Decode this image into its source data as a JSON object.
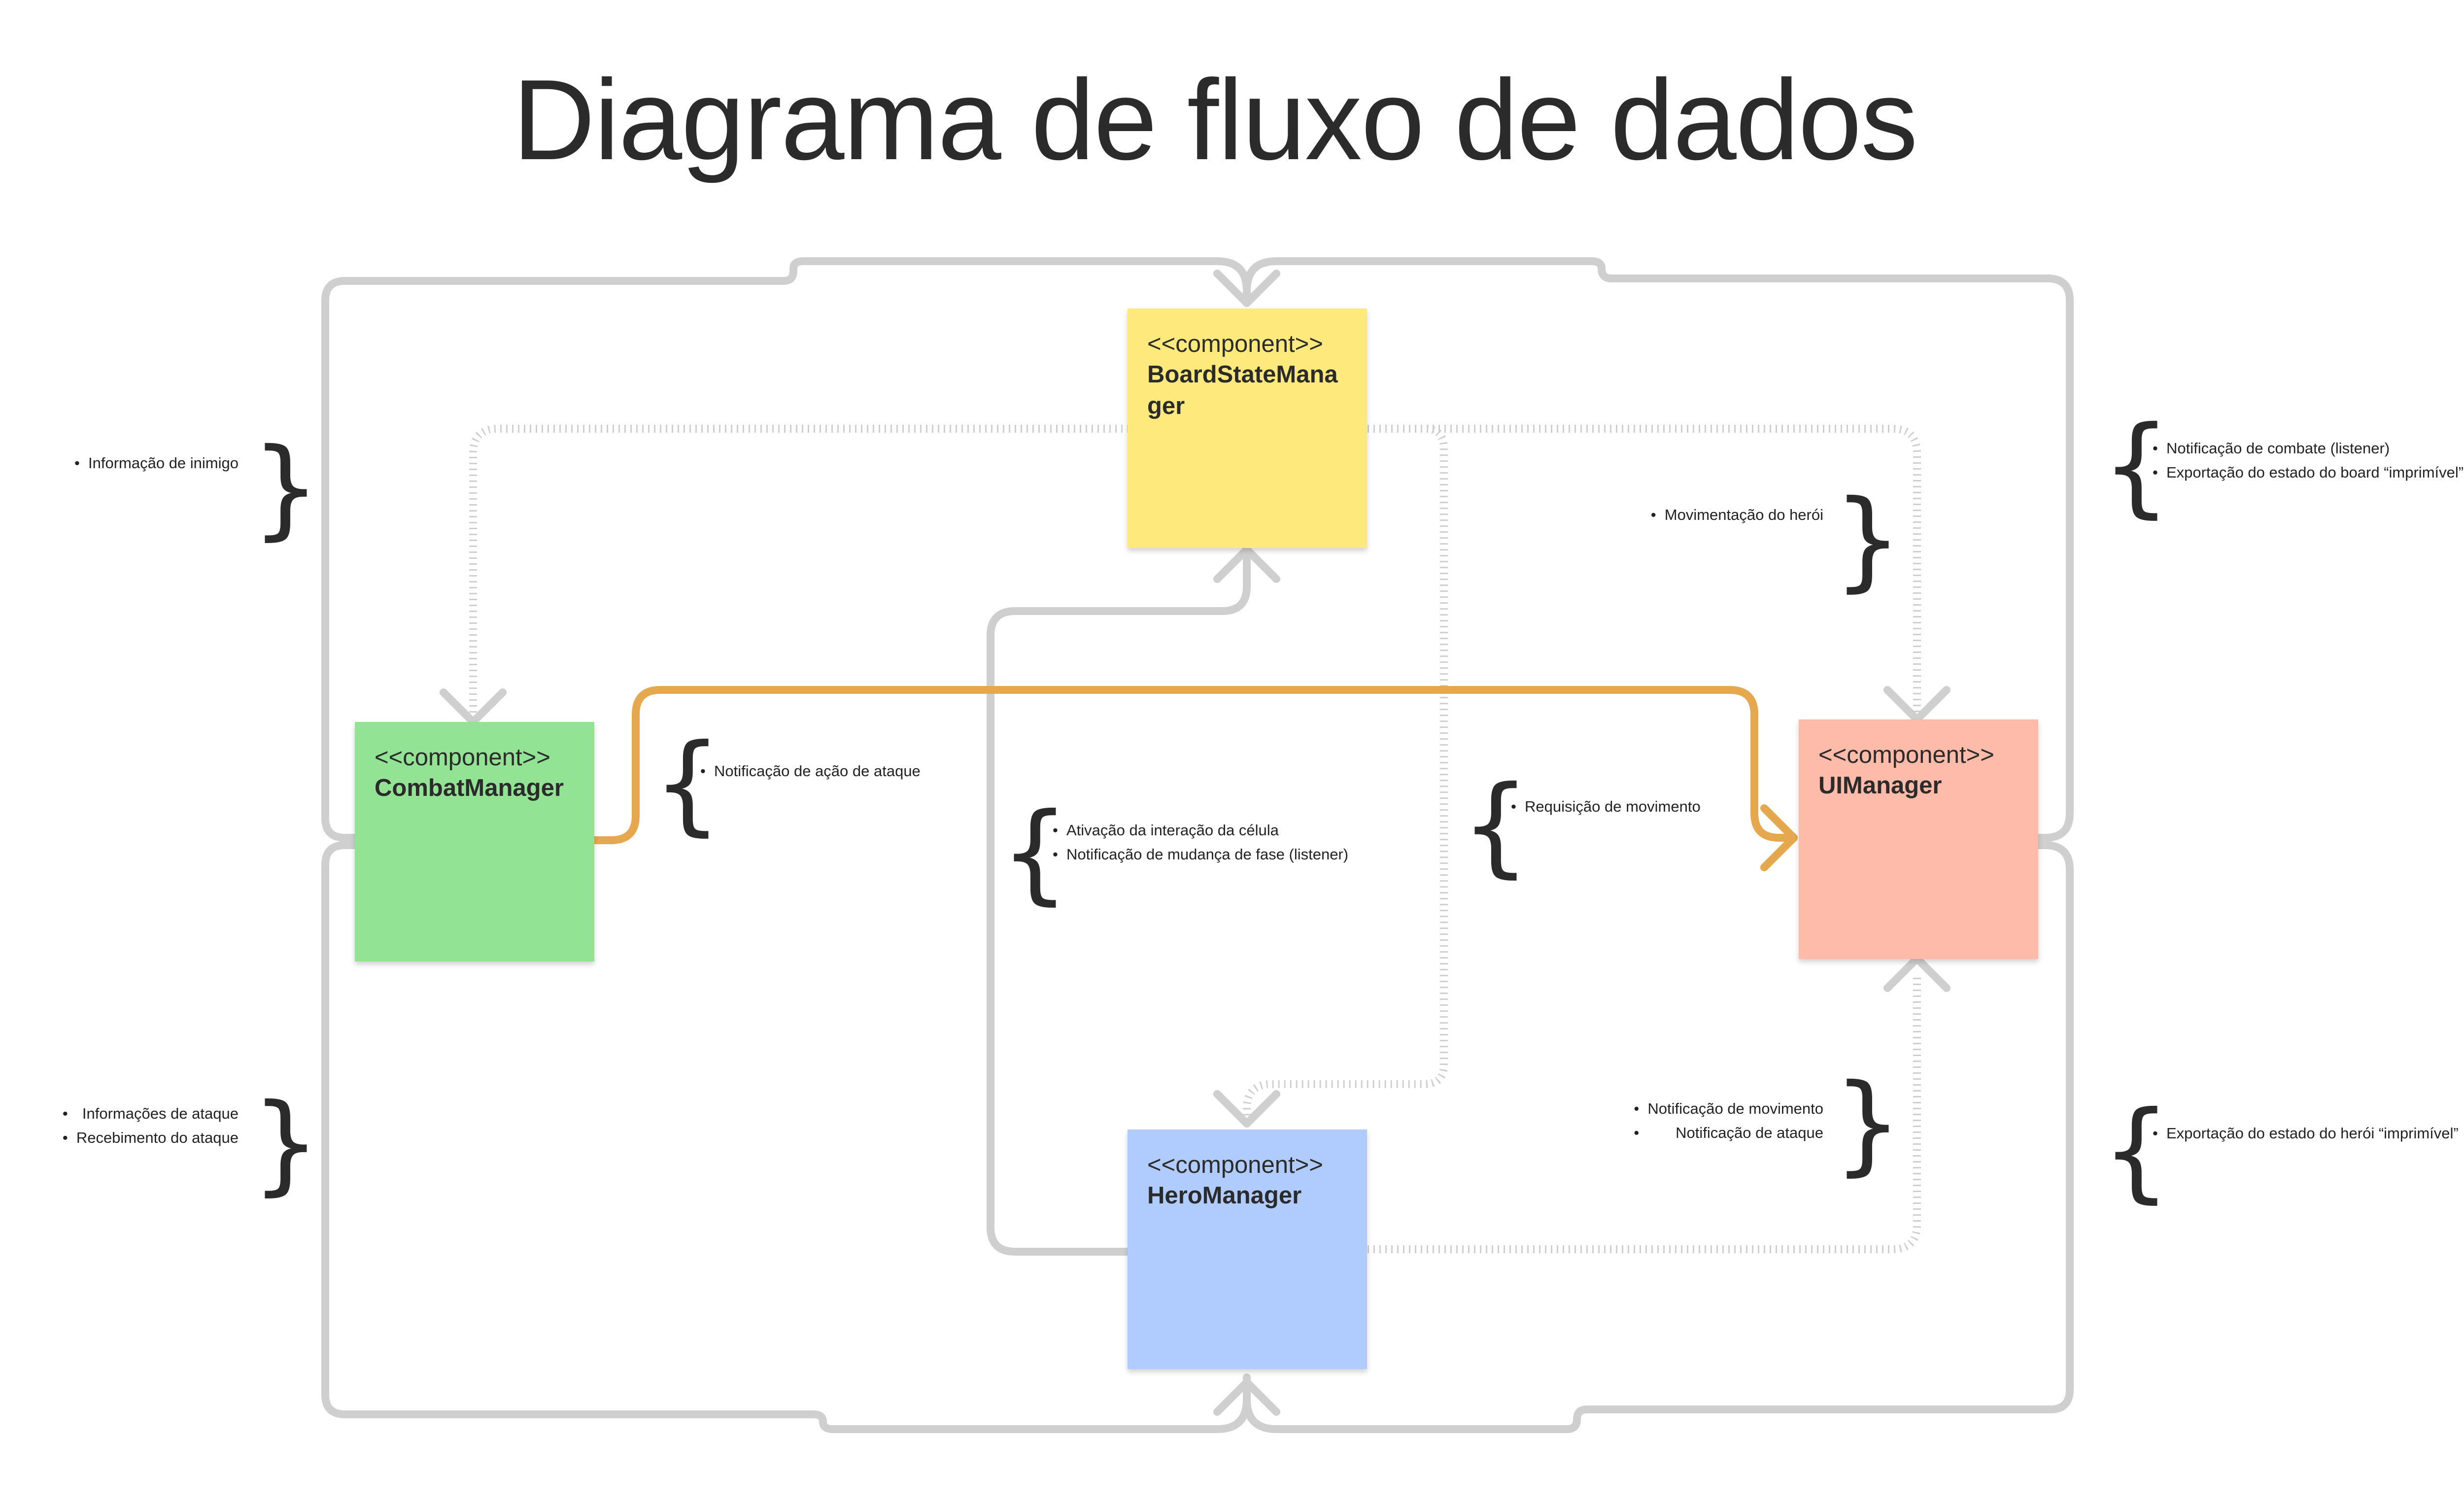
{
  "title": "Diagrama de fluxo de dados",
  "nodes": {
    "board": {
      "stereotype": "<<component>>",
      "name": "BoardStateManager",
      "color": "#FDE97C"
    },
    "combat": {
      "stereotype": "<<component>>",
      "name": "CombatManager",
      "color": "#93E394"
    },
    "ui": {
      "stereotype": "<<component>>",
      "name": "UIManager",
      "color": "#FEBBAA"
    },
    "hero": {
      "stereotype": "<<component>>",
      "name": "HeroManager",
      "color": "#B0CCFE"
    }
  },
  "annotations": {
    "inimigo": [
      "Informação de inimigo"
    ],
    "combate_board": [
      "Notificação de combate (listener)",
      "Exportação do estado do board “imprimível”"
    ],
    "movimentacao": [
      "Movimentação do herói"
    ],
    "ataque_acao": [
      "Notificação de ação de ataque"
    ],
    "celula_fase": [
      "Ativação da interação da célula",
      "Notificação de mudança de fase (listener)"
    ],
    "requisicao": [
      "Requisição de movimento"
    ],
    "ataque_info": [
      "Informações de ataque",
      "Recebimento do ataque"
    ],
    "movimento_ataque": [
      "Notificação de movimento",
      "Notificação de ataque"
    ],
    "heroi_export": [
      "Exportação do estado do herói “imprimível”"
    ]
  },
  "colors": {
    "solid_arrow": "#CFCFCF",
    "dotted_arrow": "#CFCFCF",
    "highlight_arrow": "#E5A84E"
  }
}
